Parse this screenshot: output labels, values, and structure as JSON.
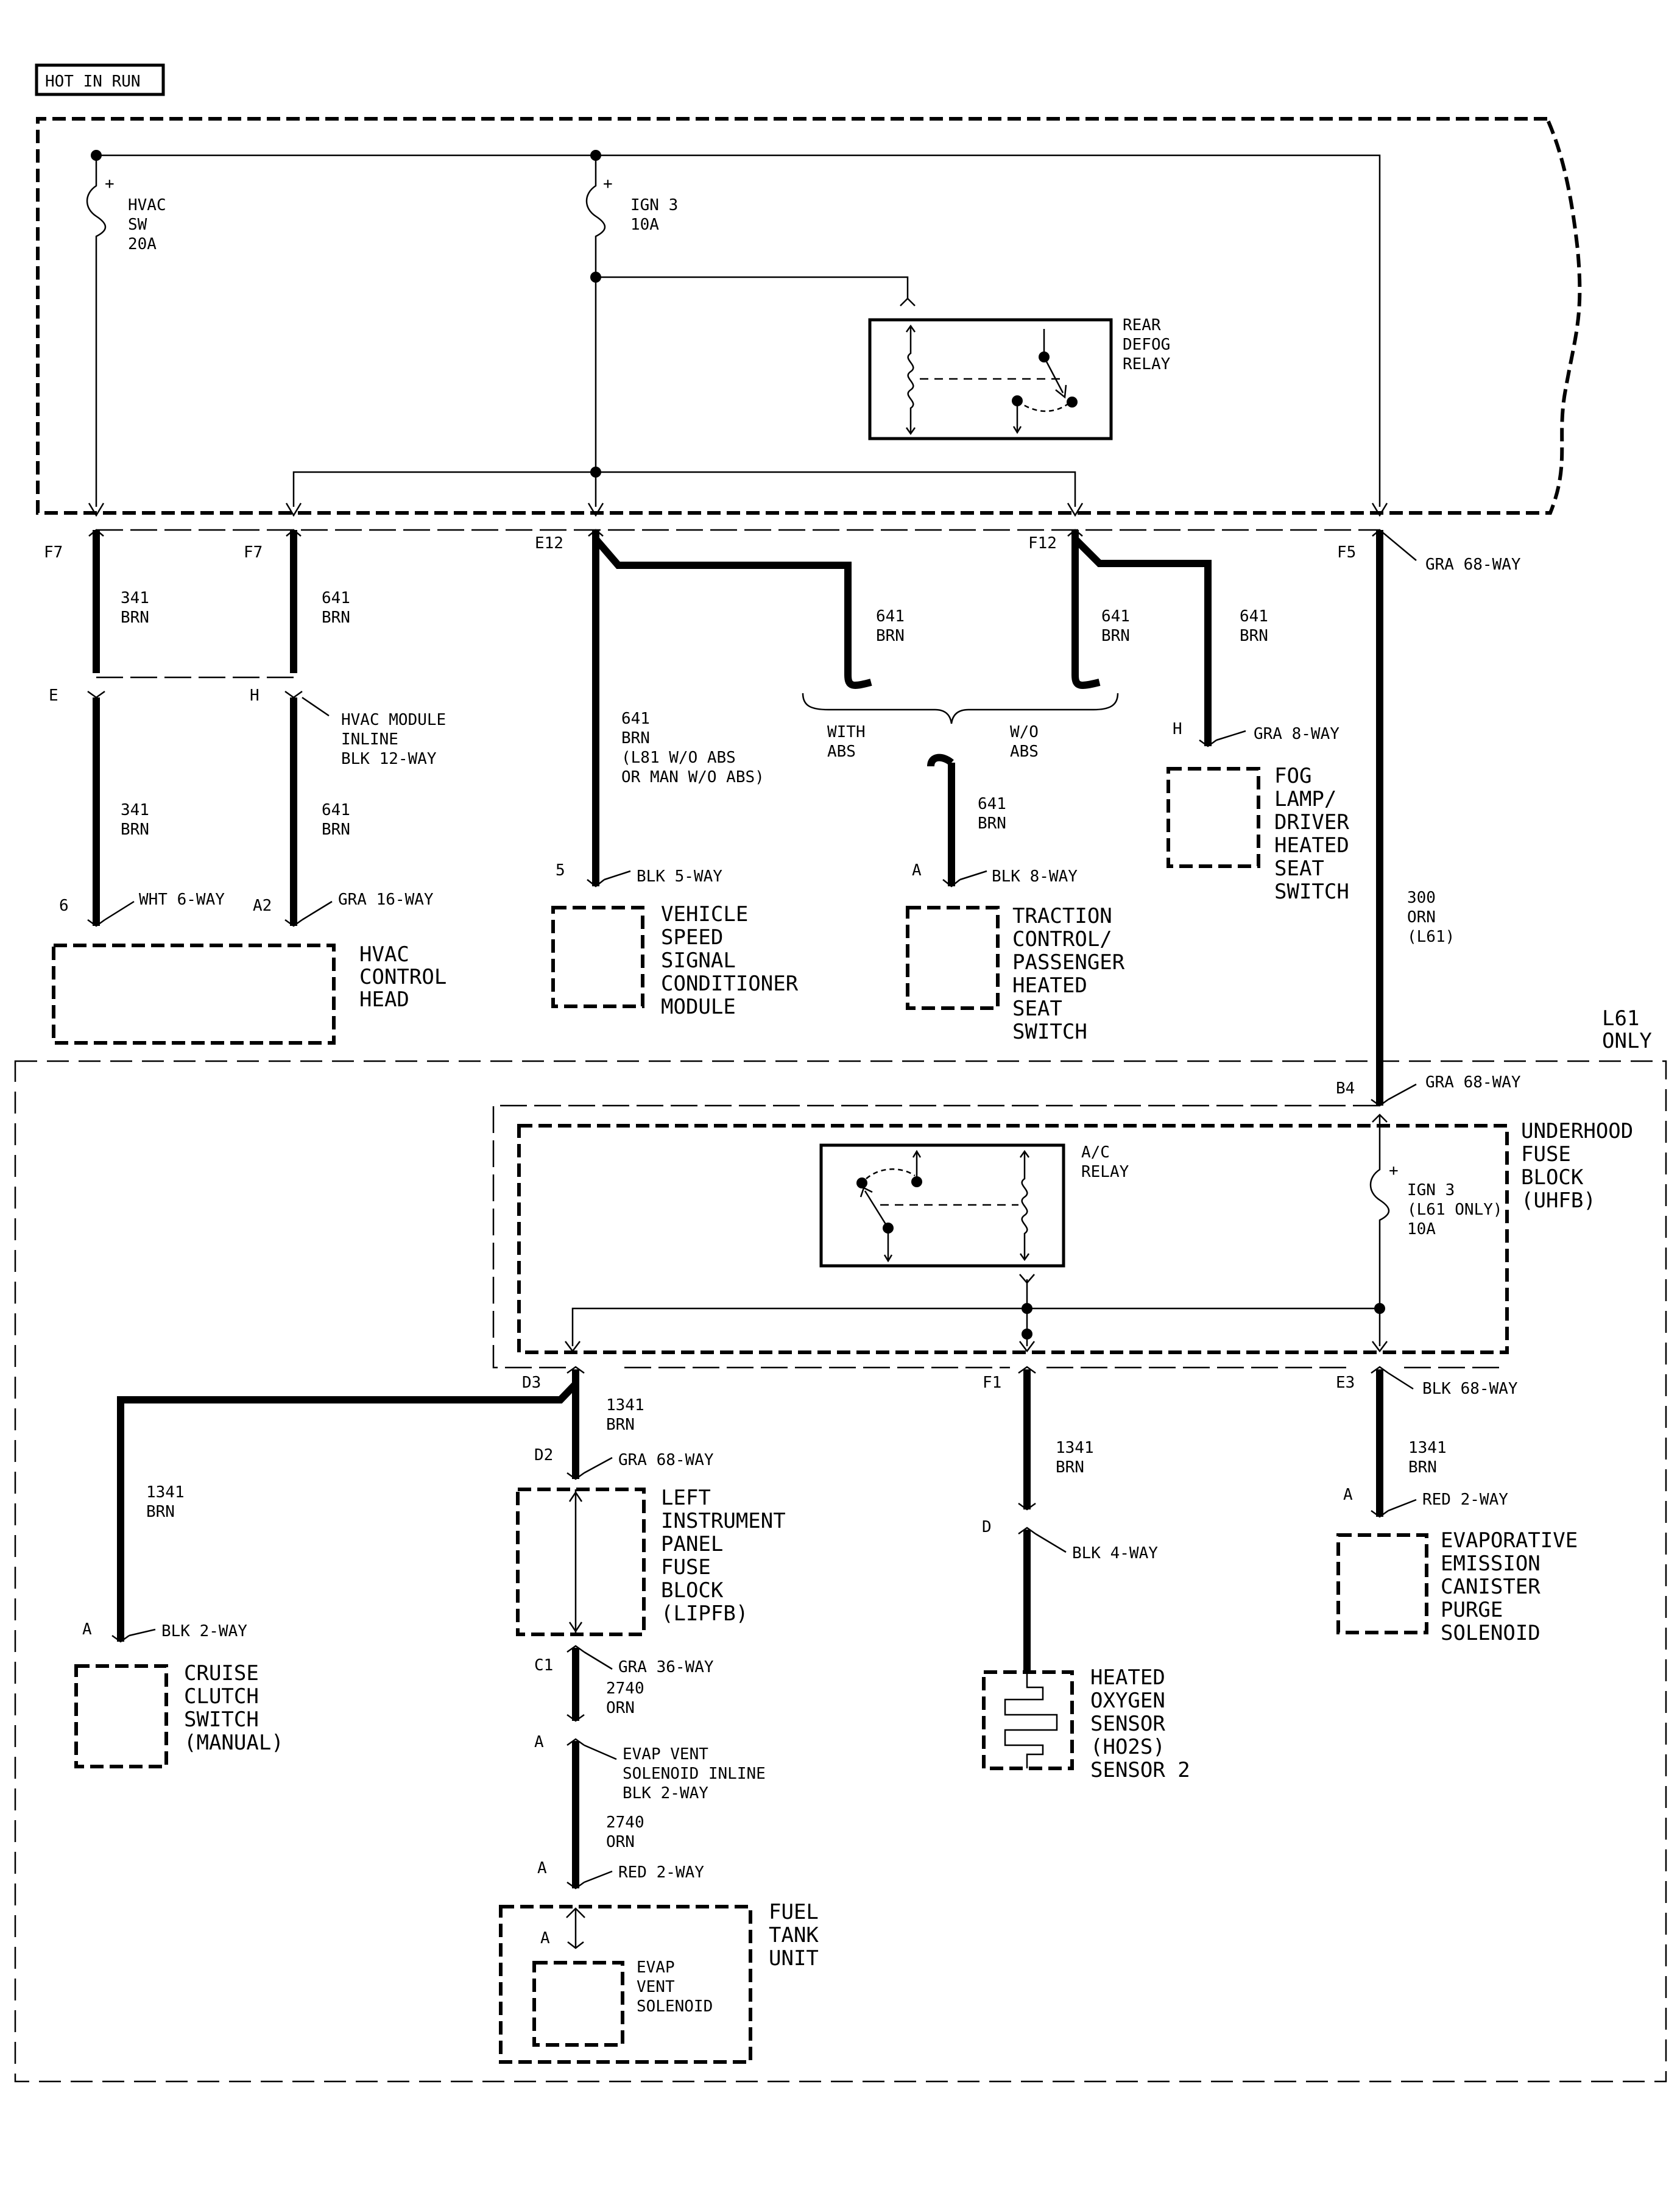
{
  "power_label": "HOT IN RUN",
  "fuses": {
    "hvac_sw": [
      "HVAC",
      "SW",
      "20A"
    ],
    "ign3": [
      "IGN 3",
      "10A"
    ],
    "ign3_l61": [
      "IGN 3",
      "(L61 ONLY)",
      "10A"
    ]
  },
  "relays": {
    "rear_defog": [
      "REAR",
      "DEFOG",
      "RELAY"
    ],
    "ac": [
      "A/C",
      "RELAY"
    ]
  },
  "pins": {
    "f7a": "F7",
    "f7b": "F7",
    "e12": "E12",
    "f12": "F12",
    "f5": "F5",
    "e": "E",
    "h1": "H",
    "h2": "H",
    "p6": "6",
    "a2": "A2",
    "p5": "5",
    "a1": "A",
    "b4": "B4",
    "d3": "D3",
    "d2": "D2",
    "c1": "C1",
    "a_inl": "A",
    "a_red": "A",
    "a_ftu": "A",
    "f1": "F1",
    "d": "D",
    "e3": "E3",
    "a_evap": "A",
    "a_cruise": "A"
  },
  "connectors": {
    "gra68_f5": "GRA 68-WAY",
    "hvac_inline": [
      "HVAC MODULE",
      "INLINE",
      "BLK 12-WAY"
    ],
    "wht6": "WHT 6-WAY",
    "gra16": "GRA 16-WAY",
    "blk5": "BLK 5-WAY",
    "blk8": "BLK 8-WAY",
    "gra8": "GRA 8-WAY",
    "gra68_b4": "GRA 68-WAY",
    "gra68_d2": "GRA 68-WAY",
    "gra36": "GRA 36-WAY",
    "evap_inline": [
      "EVAP VENT",
      "SOLENOID INLINE",
      "BLK 2-WAY"
    ],
    "red2_ftu": "RED 2-WAY",
    "blk4": "BLK 4-WAY",
    "blk68": "BLK 68-WAY",
    "red2_evap": "RED 2-WAY",
    "blk2_cruise": "BLK 2-WAY"
  },
  "wires": {
    "w341a": [
      "341",
      "BRN"
    ],
    "w641a": [
      "641",
      "BRN"
    ],
    "w341b": [
      "341",
      "BRN"
    ],
    "w641b": [
      "641",
      "BRN"
    ],
    "w641_vss": [
      "641",
      "BRN",
      "(L81 W/O ABS",
      "OR MAN W/O ABS)"
    ],
    "w641_with": [
      "641",
      "BRN"
    ],
    "w641_wo": [
      "641",
      "BRN"
    ],
    "w641_fog": [
      "641",
      "BRN"
    ],
    "w641_tc": [
      "641",
      "BRN"
    ],
    "w300": [
      "300",
      "ORN",
      "(L61)"
    ],
    "w1341_cruise": [
      "1341",
      "BRN"
    ],
    "w1341_d3": [
      "1341",
      "BRN"
    ],
    "w2740a": [
      "2740",
      "ORN"
    ],
    "w2740b": [
      "2740",
      "ORN"
    ],
    "w1341_f1": [
      "1341",
      "BRN"
    ],
    "w1341_e3": [
      "1341",
      "BRN"
    ]
  },
  "options": {
    "with_abs": [
      "WITH",
      "ABS"
    ],
    "wo_abs": [
      "W/O",
      "ABS"
    ],
    "l61_only": [
      "L61",
      "ONLY"
    ]
  },
  "components": {
    "hvac_head": [
      "HVAC",
      "CONTROL",
      "HEAD"
    ],
    "vss": [
      "VEHICLE",
      "SPEED",
      "SIGNAL",
      "CONDITIONER",
      "MODULE"
    ],
    "traction": [
      "TRACTION",
      "CONTROL/",
      "PASSENGER",
      "HEATED",
      "SEAT",
      "SWITCH"
    ],
    "fog": [
      "FOG",
      "LAMP/",
      "DRIVER",
      "HEATED",
      "SEAT",
      "SWITCH"
    ],
    "uhfb": [
      "UNDERHOOD",
      "FUSE",
      "BLOCK",
      "(UHFB)"
    ],
    "lipfb": [
      "LEFT",
      "INSTRUMENT",
      "PANEL",
      "FUSE",
      "BLOCK",
      "(LIPFB)"
    ],
    "ftu": [
      "FUEL",
      "TANK",
      "UNIT"
    ],
    "evap_vent": [
      "EVAP",
      "VENT",
      "SOLENOID"
    ],
    "ho2s": [
      "HEATED",
      "OXYGEN",
      "SENSOR",
      "(HO2S)",
      "SENSOR 2"
    ],
    "evap_purge": [
      "EVAPORATIVE",
      "EMISSION",
      "CANISTER",
      "PURGE",
      "SOLENOID"
    ],
    "cruise": [
      "CRUISE",
      "CLUTCH",
      "SWITCH",
      "(MANUAL)"
    ]
  }
}
